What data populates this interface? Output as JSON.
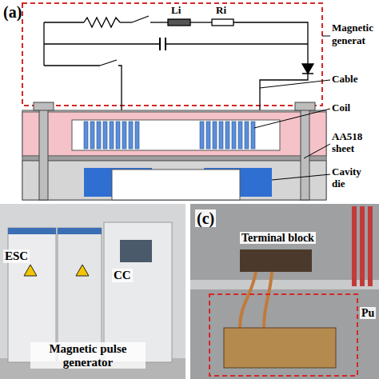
{
  "diagram": {
    "labels": [
      "(a)",
      "Li",
      "Ri",
      "Magnetic",
      "generat",
      "Cable",
      "Coil",
      "AA518",
      "sheet",
      "Cavity",
      "die",
      "ESC",
      "CC",
      "Magnetic pulse generator",
      "(c)",
      "Terminal block",
      "Pu"
    ]
  }
}
